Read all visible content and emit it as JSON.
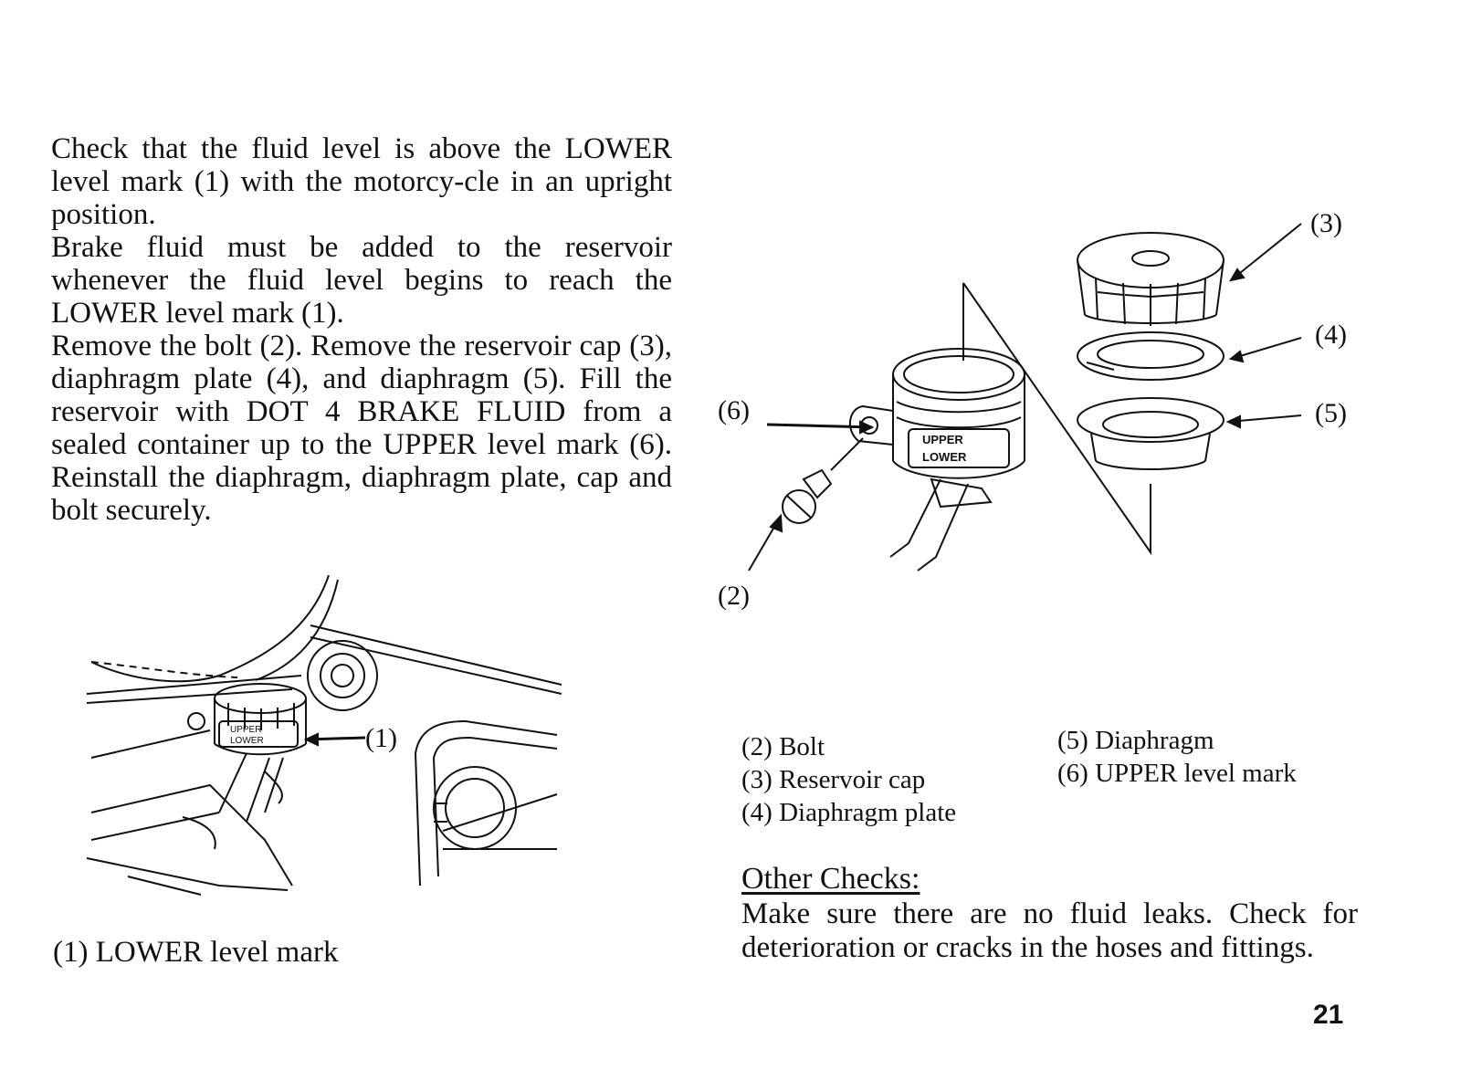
{
  "paragraphs": [
    "Check that the fluid level is above the LOWER level mark (1) with the motorcy-cle in an upright position.",
    "Brake fluid must be added to the reservoir whenever the fluid level begins to reach the LOWER level mark (1).",
    "Remove the bolt (2). Remove the reservoir cap (3), diaphragm plate (4), and diaphragm (5). Fill the reservoir with DOT 4 BRAKE FLUID from a sealed container up to the UPPER level mark (6). Reinstall the diaphragm, diaphragm plate, cap and bolt securely."
  ],
  "left_figure": {
    "callout": "(1)",
    "reservoir_upper": "UPPER",
    "reservoir_lower": "LOWER",
    "caption": "(1) LOWER level mark"
  },
  "right_figure": {
    "callouts": {
      "c2": "(2)",
      "c3": "(3)",
      "c4": "(4)",
      "c5": "(5)",
      "c6": "(6)"
    },
    "reservoir_upper": "UPPER",
    "reservoir_lower": "LOWER"
  },
  "legend": {
    "col1": [
      "(2) Bolt",
      "(3) Reservoir cap",
      "(4) Diaphragm plate"
    ],
    "col2": [
      "(5) Diaphragm",
      "(6) UPPER level mark"
    ]
  },
  "other_checks": {
    "heading": "Other Checks:",
    "text": "Make sure there are no fluid leaks. Check for deterioration or cracks in the hoses and fittings."
  },
  "page_number": "21"
}
